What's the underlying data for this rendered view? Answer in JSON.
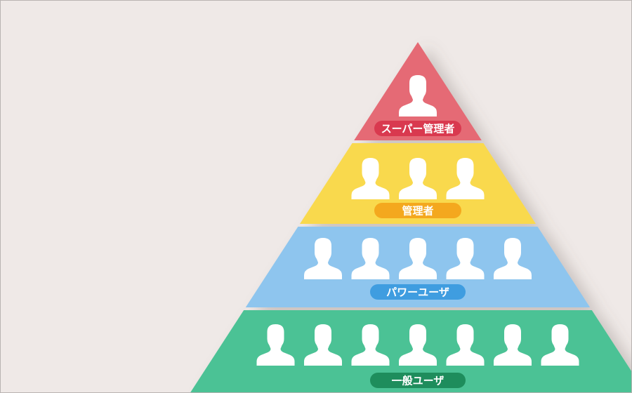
{
  "diagram": {
    "type": "pyramid",
    "tiers": [
      {
        "label": "スーパー管理者",
        "user_icon_count": 1,
        "fill_color": "#e56a74",
        "pill_color": "#d9394f",
        "icon": "user-silhouette-icon"
      },
      {
        "label": "管理者",
        "user_icon_count": 3,
        "fill_color": "#f9d94e",
        "pill_color": "#f4a81e",
        "icon": "user-silhouette-icon"
      },
      {
        "label": "パワーユーザ",
        "user_icon_count": 5,
        "fill_color": "#8ec5ee",
        "pill_color": "#3f9de0",
        "icon": "user-silhouette-icon"
      },
      {
        "label": "一般ユーザ",
        "user_icon_count": 7,
        "fill_color": "#4cc295",
        "pill_color": "#1e8d5c",
        "icon": "user-silhouette-icon"
      }
    ]
  }
}
